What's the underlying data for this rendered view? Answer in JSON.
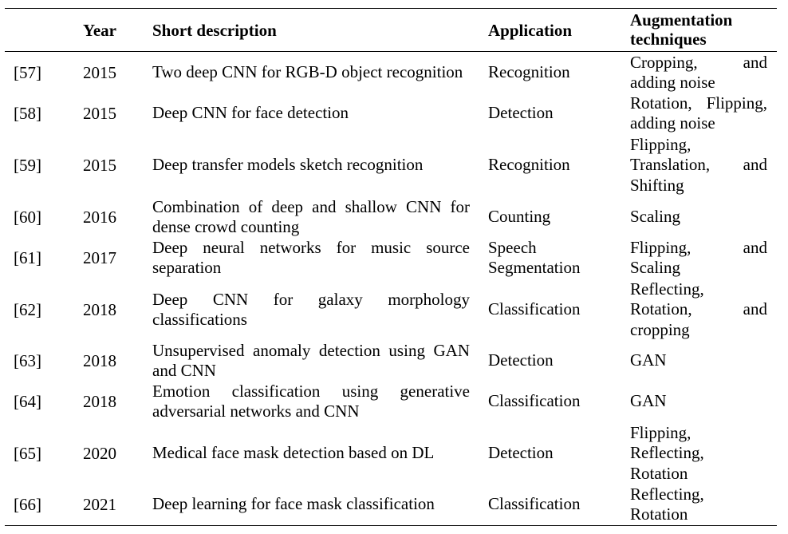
{
  "header": {
    "year": "Year",
    "description": "Short description",
    "application": "Application",
    "augmentation_line1": "Augmentation",
    "augmentation_line2": "techniques"
  },
  "rows": [
    {
      "ref": "[57]",
      "year": "2015",
      "description": [
        "Two deep CNN for RGB-D object recognition"
      ],
      "application": [
        "Recognition"
      ],
      "augmentation": [
        "Cropping,          and",
        "adding noise"
      ]
    },
    {
      "ref": "[58]",
      "year": "2015",
      "description": [
        "Deep CNN for face detection"
      ],
      "application": [
        "Detection"
      ],
      "augmentation": [
        "Rotation, Flipping,",
        "adding noise"
      ]
    },
    {
      "ref": "[59]",
      "year": "2015",
      "description": [
        "Deep transfer models sketch recognition"
      ],
      "application": [
        "Recognition"
      ],
      "augmentation": [
        "Flipping,",
        "Translation,       and",
        "Shifting"
      ]
    },
    {
      "ref": "[60]",
      "year": "2016",
      "description": [
        "Combination of deep and shallow CNN for",
        "dense crowd counting"
      ],
      "application": [
        "Counting"
      ],
      "augmentation": [
        "Scaling"
      ]
    },
    {
      "ref": "[61]",
      "year": "2017",
      "description": [
        "Deep neural networks for music source",
        "separation"
      ],
      "application": [
        "Speech",
        "Segmentation"
      ],
      "augmentation": [
        "Flipping,          and",
        "Scaling"
      ]
    },
    {
      "ref": "[62]",
      "year": "2018",
      "description": [
        "Deep CNN for galaxy morphology",
        "classifications"
      ],
      "application": [
        "Classification"
      ],
      "augmentation": [
        "Reflecting,",
        "Rotation,          and",
        "cropping"
      ]
    },
    {
      "ref": "[63]",
      "year": "2018",
      "description": [
        "Unsupervised anomaly detection using GAN",
        "and CNN"
      ],
      "application": [
        "Detection"
      ],
      "augmentation": [
        "GAN"
      ]
    },
    {
      "ref": "[64]",
      "year": "2018",
      "description": [
        "Emotion classification using generative",
        "adversarial networks and CNN"
      ],
      "application": [
        "Classification"
      ],
      "augmentation": [
        "GAN"
      ]
    },
    {
      "ref": "[65]",
      "year": "2020",
      "description": [
        "Medical face mask detection based on DL"
      ],
      "application": [
        "Detection"
      ],
      "augmentation": [
        "Flipping,",
        "Reflecting,",
        "Rotation"
      ]
    },
    {
      "ref": "[66]",
      "year": "2021",
      "description": [
        "Deep learning for face mask classification"
      ],
      "application": [
        "Classification"
      ],
      "augmentation": [
        "Reflecting,",
        "Rotation"
      ]
    }
  ]
}
